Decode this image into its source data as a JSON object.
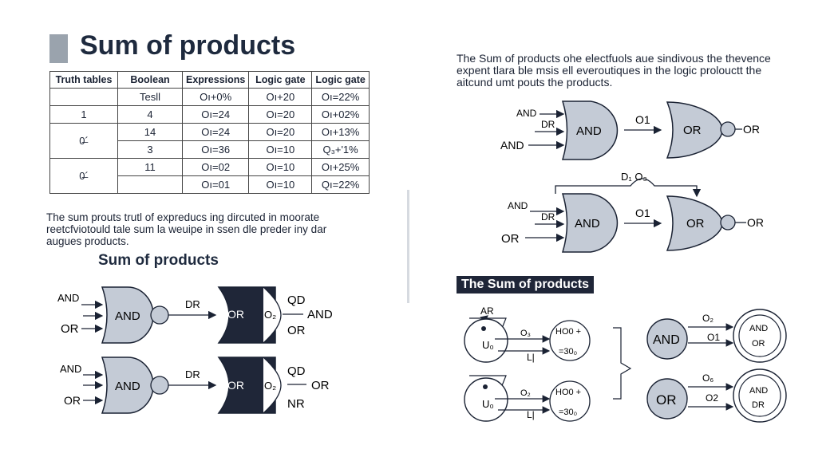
{
  "header": {
    "title": "Sum of products"
  },
  "truth_table": {
    "headers": [
      "Truth tables",
      "Boolean",
      "Expressions",
      "Logic gate",
      "Logic gate"
    ],
    "rows": [
      [
        "",
        "Tesll",
        "Oı+0%",
        "Oı+20",
        "Oı=22%",
        ""
      ],
      [
        "1",
        "4",
        "Oı=24",
        "Oı=20",
        "Oı+02%",
        ""
      ],
      [
        "0̶´",
        "14",
        "Oı=24",
        "Oı=20",
        "Oı+13%",
        ""
      ],
      [
        "",
        "3",
        "Oı=36",
        "Oı=10",
        "Q₃+'1%",
        ""
      ],
      [
        "0̶´",
        "11",
        "Oı=02",
        "Oı=10",
        "Oı+25%",
        ""
      ],
      [
        "",
        "",
        "Oı=01",
        "Oı=10",
        "Qı=22%",
        ""
      ]
    ]
  },
  "left_paragraph": [
    "The sum prouts trutl of expreducs ing dircuted in moorate",
    "reetcfviotould tale sum la weuipe in ssen dle preder iny dar",
    "augues products."
  ],
  "left_subtitle": "Sum of products",
  "left_diagram": {
    "row1": {
      "in1": "AND",
      "in2": "OR",
      "gate1": "AND",
      "wire": "DR",
      "gate2": "OR",
      "q_top": "QD",
      "q_mid": "O₂",
      "out": "AND",
      "q_bot": "OR"
    },
    "row2": {
      "in1": "AND",
      "in2": "OR",
      "gate1": "AND",
      "wire": "DR",
      "gate2": "OR",
      "q_top": "QD",
      "q_mid": "O₂",
      "out": "OR",
      "q_bot": "NR"
    }
  },
  "right_paragraph": [
    "The Sum of products ohe electfuols aue sindivous the thevence",
    "expent tlara ble msis ell everoutiques in the logic prolouctt the",
    "aitcund umt pouts the products."
  ],
  "right_diagram": {
    "top": {
      "in1": "AND",
      "in2": "DR",
      "in3": "AND",
      "gate1": "AND",
      "wire": "O1",
      "gate2": "OR",
      "out": "OR"
    },
    "feedback_label": "D₁ O₃",
    "bottom": {
      "in1": "AND",
      "in2": "DR",
      "in3": "OR",
      "gate1": "AND",
      "wire": "O1",
      "gate2": "OR",
      "out": "OR"
    }
  },
  "banner": "The Sum of products",
  "bottom_right": {
    "left_top_label": "AR",
    "u_label": "U₀",
    "li_label": "L|",
    "o_label_1": "O₃",
    "o_label_2": "O₂",
    "arc_top_1": "HO0 +",
    "arc_bot_1": "=30₀",
    "arc_top_2": "HO0 +",
    "arc_bot_2": "=30₀",
    "circle1": "AND",
    "circle2": "OR",
    "c1_top": "O₂",
    "c1_bot": "O1",
    "c2_top": "O₆",
    "c2_bot": "O2",
    "ring1": [
      "AND",
      "OR"
    ],
    "ring2": [
      "AND",
      "DR"
    ]
  }
}
